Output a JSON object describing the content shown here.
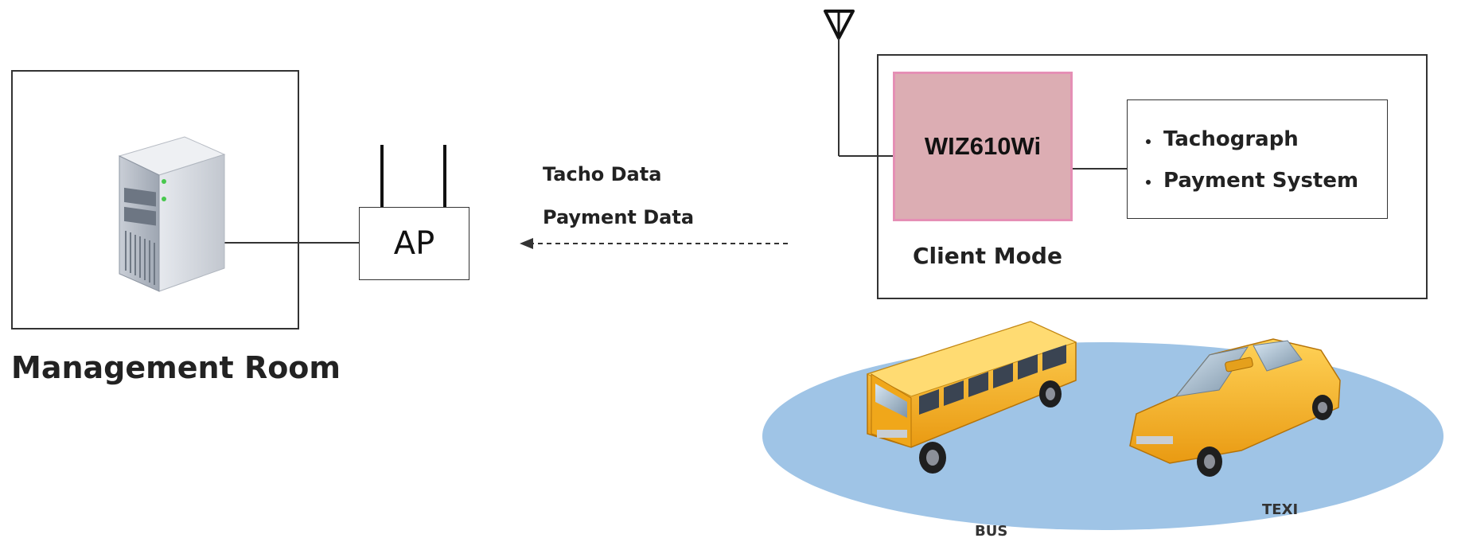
{
  "management": {
    "label": "Management Room"
  },
  "ap": {
    "label": "AP"
  },
  "data_flow": {
    "items": [
      "Tacho Data",
      "Payment Data"
    ]
  },
  "client": {
    "module_label": "WIZ610Wi",
    "mode_label": "Client Mode",
    "systems": [
      "Tachograph",
      "Payment System"
    ]
  },
  "vehicles": {
    "bus_label": "BUS",
    "taxi_label": "TEXI"
  },
  "colors": {
    "module_fill": "#dcadb3",
    "module_border": "#e58fb5",
    "platform": "#9fc4e6",
    "vehicle_yellow": "#f5b324"
  }
}
